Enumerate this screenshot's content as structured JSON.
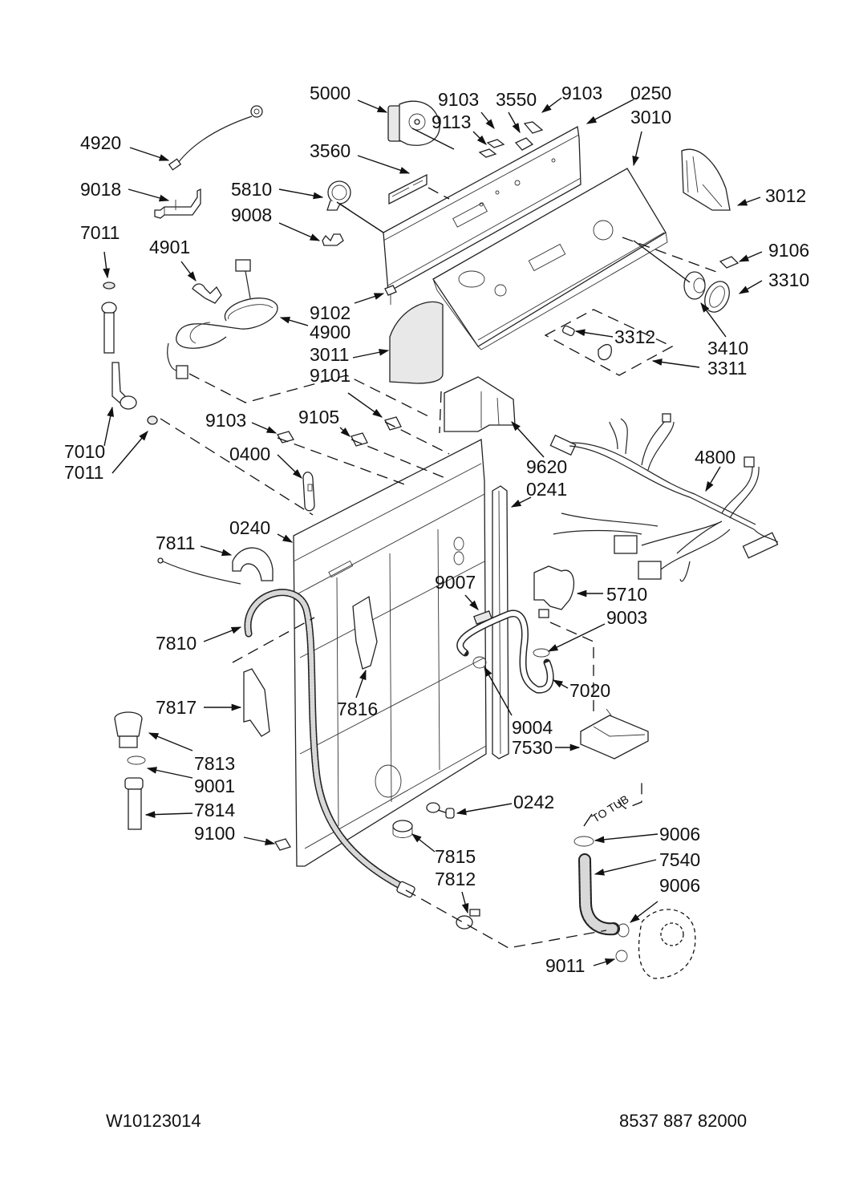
{
  "diagram": {
    "title": "Control Panel and Rear Panel Parts",
    "footer": {
      "left_code": "W10123014",
      "right_code": "8537 887 82000"
    },
    "annotations": {
      "to_tub": "TO TUB"
    },
    "labels": [
      {
        "id": "5000",
        "text": "5000",
        "part": "timer"
      },
      {
        "id": "9103a",
        "text": "9103",
        "part": "screw"
      },
      {
        "id": "3550",
        "text": "3550",
        "part": "bracket"
      },
      {
        "id": "9103b",
        "text": "9103",
        "part": "screw"
      },
      {
        "id": "0250",
        "text": "0250",
        "part": "console-bracket"
      },
      {
        "id": "9113",
        "text": "9113",
        "part": "screw"
      },
      {
        "id": "3010",
        "text": "3010",
        "part": "console-panel"
      },
      {
        "id": "4920",
        "text": "4920",
        "part": "ground-wire"
      },
      {
        "id": "3560",
        "text": "3560",
        "part": "switch"
      },
      {
        "id": "9018",
        "text": "9018",
        "part": "clip"
      },
      {
        "id": "5810",
        "text": "5810",
        "part": "pressure-switch"
      },
      {
        "id": "3012",
        "text": "3012",
        "part": "end-cap"
      },
      {
        "id": "9008",
        "text": "9008",
        "part": "hose-clamp"
      },
      {
        "id": "7011a",
        "text": "7011",
        "part": "washer"
      },
      {
        "id": "4901",
        "text": "4901",
        "part": "strain-relief"
      },
      {
        "id": "9106",
        "text": "9106",
        "part": "screw"
      },
      {
        "id": "3310",
        "text": "3310",
        "part": "knob"
      },
      {
        "id": "9102",
        "text": "9102",
        "part": "screw"
      },
      {
        "id": "4900",
        "text": "4900",
        "part": "power-cord"
      },
      {
        "id": "3312",
        "text": "3312",
        "part": "knob-insert"
      },
      {
        "id": "3410",
        "text": "3410",
        "part": "knob-skirt"
      },
      {
        "id": "3011",
        "text": "3011",
        "part": "end-cap"
      },
      {
        "id": "3311",
        "text": "3311",
        "part": "knob"
      },
      {
        "id": "9101",
        "text": "9101",
        "part": "screw"
      },
      {
        "id": "9103c",
        "text": "9103",
        "part": "screw"
      },
      {
        "id": "9105",
        "text": "9105",
        "part": "screw"
      },
      {
        "id": "7010",
        "text": "7010",
        "part": "inlet-tube"
      },
      {
        "id": "7011b",
        "text": "7011",
        "part": "washer"
      },
      {
        "id": "0400",
        "text": "0400",
        "part": "lid-switch-bracket"
      },
      {
        "id": "9620",
        "text": "9620",
        "part": "cover"
      },
      {
        "id": "4800",
        "text": "4800",
        "part": "wire-harness"
      },
      {
        "id": "0241",
        "text": "0241",
        "part": "rear-channel"
      },
      {
        "id": "0240",
        "text": "0240",
        "part": "rear-panel"
      },
      {
        "id": "7811",
        "text": "7811",
        "part": "hose-guide"
      },
      {
        "id": "9007",
        "text": "9007",
        "part": "clip"
      },
      {
        "id": "5710",
        "text": "5710",
        "part": "water-valve"
      },
      {
        "id": "7810",
        "text": "7810",
        "part": "drain-hose"
      },
      {
        "id": "9003",
        "text": "9003",
        "part": "hose-clamp"
      },
      {
        "id": "7020",
        "text": "7020",
        "part": "fill-hose"
      },
      {
        "id": "7817",
        "text": "7817",
        "part": "hose-bracket"
      },
      {
        "id": "7816",
        "text": "7816",
        "part": "hose-clip"
      },
      {
        "id": "9004",
        "text": "9004",
        "part": "hose-clamp"
      },
      {
        "id": "7530",
        "text": "7530",
        "part": "siphon-break"
      },
      {
        "id": "7813",
        "text": "7813",
        "part": "drain-hose-adapter"
      },
      {
        "id": "9001",
        "text": "9001",
        "part": "hose-clamp"
      },
      {
        "id": "7814",
        "text": "7814",
        "part": "standpipe"
      },
      {
        "id": "9100",
        "text": "9100",
        "part": "screw"
      },
      {
        "id": "0242",
        "text": "0242",
        "part": "plug"
      },
      {
        "id": "9006a",
        "text": "9006",
        "part": "hose-clamp"
      },
      {
        "id": "7815",
        "text": "7815",
        "part": "hose-clip"
      },
      {
        "id": "7540",
        "text": "7540",
        "part": "pump-hose"
      },
      {
        "id": "7812",
        "text": "7812",
        "part": "hose-clip"
      },
      {
        "id": "9006b",
        "text": "9006",
        "part": "hose-clamp"
      },
      {
        "id": "9011",
        "text": "9011",
        "part": "hose-clamp"
      }
    ]
  }
}
